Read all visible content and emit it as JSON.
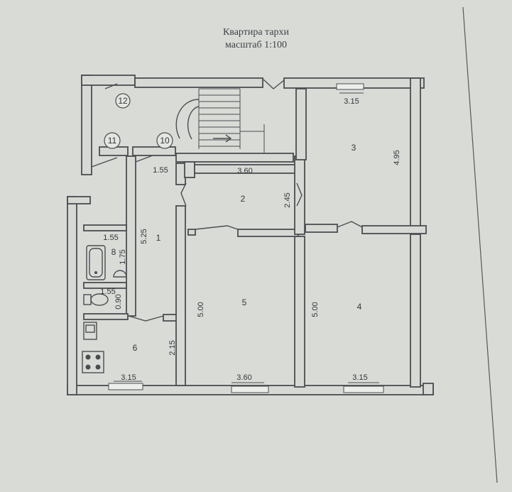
{
  "header": {
    "title": "Квартира тархи",
    "scale": "масштаб 1:100"
  },
  "rooms": {
    "r1": "1",
    "r2": "2",
    "r3": "3",
    "r4": "4",
    "r5": "5",
    "r6": "6",
    "r8": "8",
    "r10": "10",
    "r11": "11",
    "r12": "12"
  },
  "dimensions": {
    "d_3_15_top": "3.15",
    "d_4_95": "4.95",
    "d_3_60_room2": "3.60",
    "d_2_45": "2.45",
    "d_1_55_corr": "1.55",
    "d_5_25": "5.25",
    "d_1_55_bath": "1.55",
    "d_1_75": "1.75",
    "d_1_55_wc": "1.55",
    "d_0_90": "0.90",
    "d_5_00_room5": "5.00",
    "d_5_00_room4": "5.00",
    "d_2_15": "2.15",
    "d_3_15_room6": "3.15",
    "d_3_60_room5": "3.60",
    "d_3_15_room4": "3.15"
  }
}
